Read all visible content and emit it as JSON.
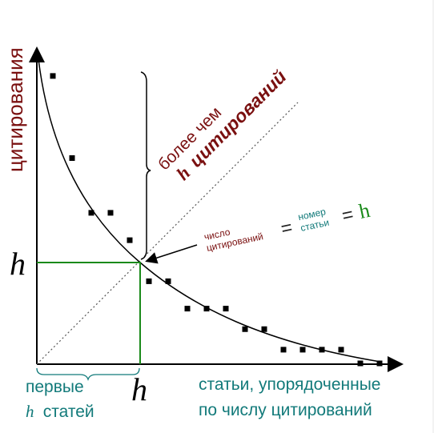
{
  "chart_data": {
    "type": "scatter",
    "y_axis_label": "цитирования",
    "x_axis_label_line1": "статьи, упорядоченные",
    "x_axis_label_line2": "по числу цитирований",
    "h_marker": "h",
    "first_h_line1": "первые",
    "first_h_h": "h",
    "first_h_word": "статей",
    "brace_label_line1": "более чем",
    "brace_label_h": "h",
    "brace_label_word": "цитирований",
    "equation": {
      "citations_line1": "число",
      "citations_line2": "цитирований",
      "equals1": "=",
      "number_line1": "номер",
      "number_line2": "статьи",
      "equals2": "=",
      "h": "h"
    },
    "points": [
      [
        1,
        21
      ],
      [
        2,
        15
      ],
      [
        3,
        11
      ],
      [
        4,
        11
      ],
      [
        5,
        9
      ],
      [
        6,
        6
      ],
      [
        7,
        6
      ],
      [
        8,
        4
      ],
      [
        9,
        4
      ],
      [
        10,
        4
      ],
      [
        11,
        2.5
      ],
      [
        12,
        2.5
      ],
      [
        13,
        1
      ],
      [
        14,
        1
      ],
      [
        15,
        1
      ],
      [
        16,
        1
      ],
      [
        17,
        0
      ],
      [
        18,
        0
      ]
    ],
    "h_index": 5.4,
    "axis_colors": {
      "y_label": "#7a1010",
      "x_label": "#127a7a",
      "h_box": "#1a8a1a"
    }
  }
}
